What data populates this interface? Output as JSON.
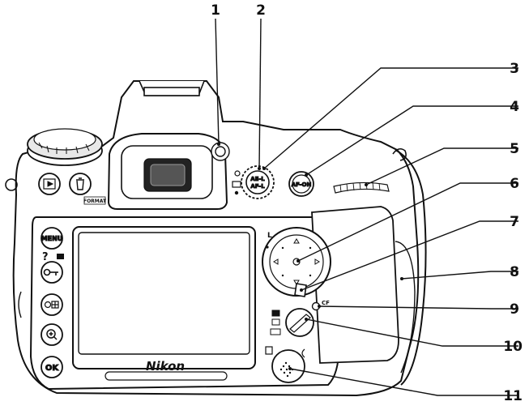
{
  "callouts": [
    "1",
    "2",
    "3",
    "4",
    "5",
    "6",
    "7",
    "8",
    "9",
    "10",
    "11"
  ],
  "buttons": {
    "menu": "MENU",
    "ok": "OK",
    "af_on": "AF-ON",
    "ae_l": "AE-L",
    "af_l": "AF-L",
    "format": "FORMAT",
    "help": "?",
    "lock_switch_l": "L",
    "cf": "CF"
  },
  "brand": "Nikon"
}
